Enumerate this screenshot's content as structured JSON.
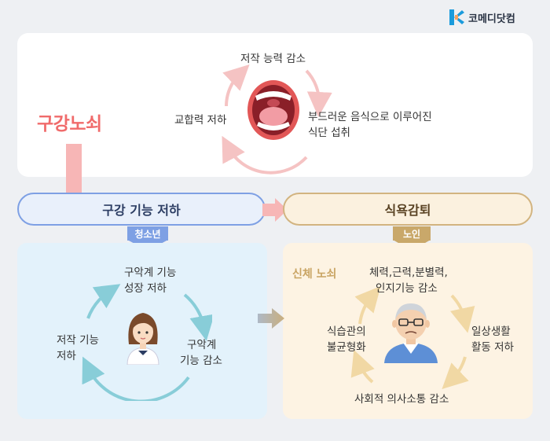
{
  "brand": {
    "name": "코메디닷컴",
    "accent": "#1a9bdc"
  },
  "top": {
    "title": "구강노쇠",
    "cycle": {
      "top": "저작 능력 감소",
      "right_line1": "부드러운 음식으로 이루어진",
      "right_line2": "식단 섭취",
      "left": "교합력 저하"
    }
  },
  "left_branch": {
    "title": "구강 기능 저하",
    "tag": "청소년",
    "cycle": {
      "top_line1": "구악계 기능",
      "top_line2": "성장 저하",
      "right_line1": "구악계",
      "right_line2": "기능 감소",
      "left_line1": "저작 기능",
      "left_line2": "저하"
    }
  },
  "right_branch": {
    "title": "식욕감퇴",
    "tag": "노인",
    "label": "신체 노쇠",
    "cycle": {
      "top_line1": "체력,근력,분별력,",
      "top_line2": "인지기능 감소",
      "right_line1": "일상생활",
      "right_line2": "활동 저하",
      "bottom": "사회적 의사소통 감소",
      "left_line1": "식습관의",
      "left_line2": "불균형화"
    }
  },
  "colors": {
    "pink": "#f06b6b",
    "blue": "#7ea0e4",
    "tan": "#c9a86a"
  }
}
